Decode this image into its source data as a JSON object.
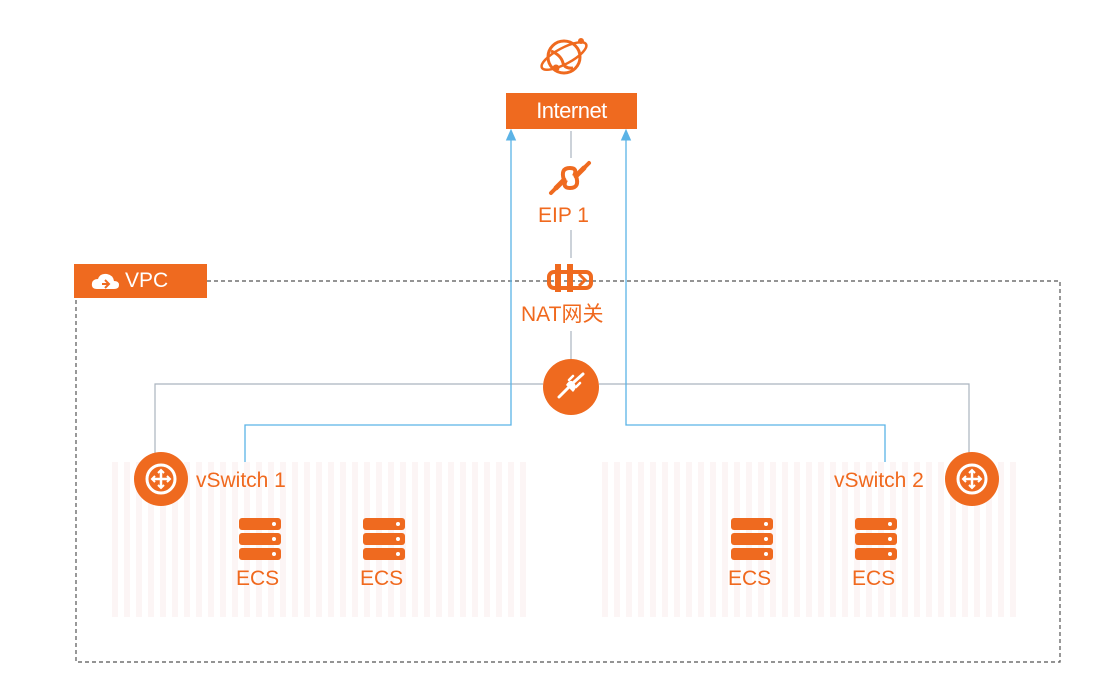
{
  "internet": {
    "label": "Internet",
    "icon": "globe-icon"
  },
  "eip": {
    "label": "EIP 1",
    "icon": "link-icon"
  },
  "nat": {
    "label": "NAT网关",
    "icon": "nat-gateway-icon"
  },
  "router": {
    "icon": "router-icon"
  },
  "vpc": {
    "label": "VPC",
    "icon": "cloud-icon"
  },
  "vswitches": [
    {
      "label": "vSwitch 1",
      "icon": "vswitch-icon"
    },
    {
      "label": "vSwitch 2",
      "icon": "vswitch-icon"
    }
  ],
  "ecs": [
    {
      "label": "ECS",
      "icon": "server-icon"
    },
    {
      "label": "ECS",
      "icon": "server-icon"
    },
    {
      "label": "ECS",
      "icon": "server-icon"
    },
    {
      "label": "ECS",
      "icon": "server-icon"
    }
  ],
  "colors": {
    "accent": "#ef6a1f",
    "traffic_line": "#5bb3e6",
    "connector_line": "#aab4bf",
    "vpc_border": "#555555"
  }
}
